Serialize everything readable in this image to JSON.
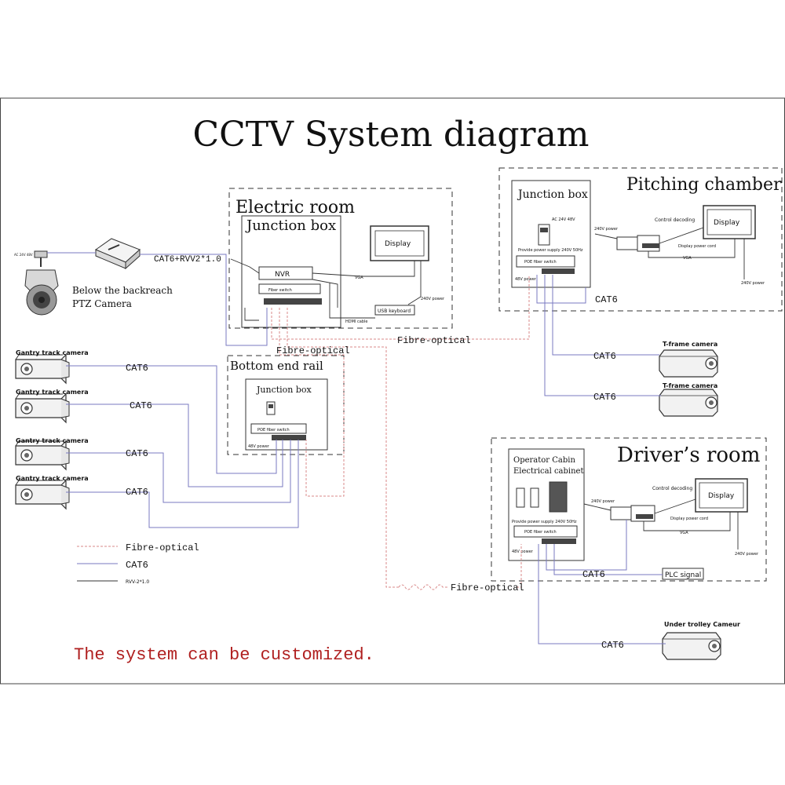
{
  "title": "CCTV System diagram",
  "rooms": {
    "electric": "Electric room",
    "pitching": "Pitching chamber",
    "drivers": "Driver’s room",
    "bottom": "Bottom end rail"
  },
  "boxes": {
    "junction": "Junction box",
    "operator_line1": "Operator Cabin",
    "operator_line2": "Electrical cabinet",
    "nvr": "NVR",
    "display": "Display",
    "usb_keyboard": "USB keyboard",
    "plc_signal": "PLC signal",
    "poe_fiber_switch": "POE fiber switch",
    "fiber_switch": "Fiber switch",
    "control_decoding": "Control decoding",
    "display_power_cord": "Display power cord",
    "provide_power": "Provide power supply 240V 50Hz"
  },
  "small_labels": {
    "power_240v": "240V power",
    "vga": "VGA",
    "hdmi_cable": "HDMI cable",
    "pw_power": "48V power",
    "ac_24v": "AC 24V 48V"
  },
  "cameras": {
    "ptz_line1": "Below the backreach",
    "ptz_line2": "PTZ Camera",
    "gantry": "Gantry track camera",
    "tframe": "T-frame camera",
    "under_trolley": "Under trolley Cameur"
  },
  "cables": {
    "cat6": "CAT6",
    "fibre": "Fibre-optical",
    "cat6_rvv": "CAT6+RVV2*1.0"
  },
  "legend": {
    "fibre": "Fibre-optical",
    "cat6": "CAT6",
    "rvv": "RVV-2*1.0"
  },
  "footer": "The system can be customized.",
  "colors": {
    "fibre": "#d98a8a",
    "cat6": "#7a7ac0",
    "rvv": "#333333",
    "footer": "#b02020",
    "ink": "#111111"
  }
}
